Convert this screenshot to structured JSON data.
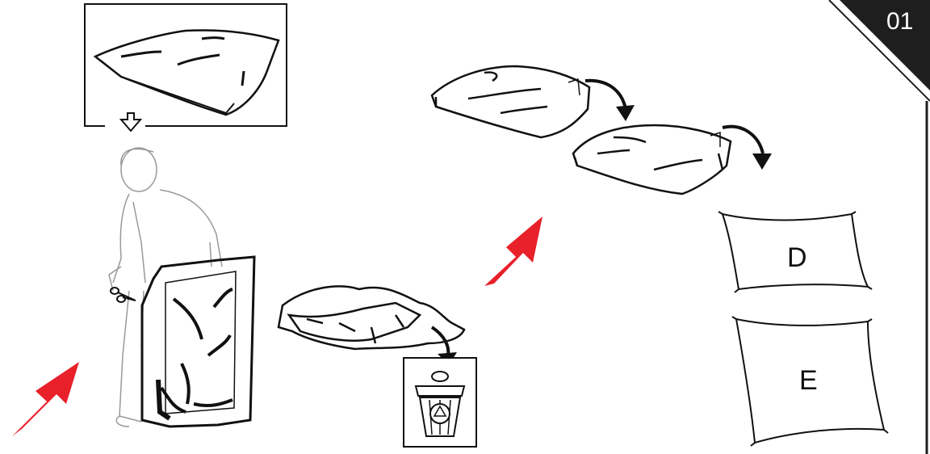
{
  "step": {
    "number": "01"
  },
  "pillows": [
    {
      "label": "D"
    },
    {
      "label": "E"
    }
  ],
  "colors": {
    "arrow_red": "#e8202a",
    "ink": "#111111",
    "corner_badge": "#1e1e1e"
  }
}
